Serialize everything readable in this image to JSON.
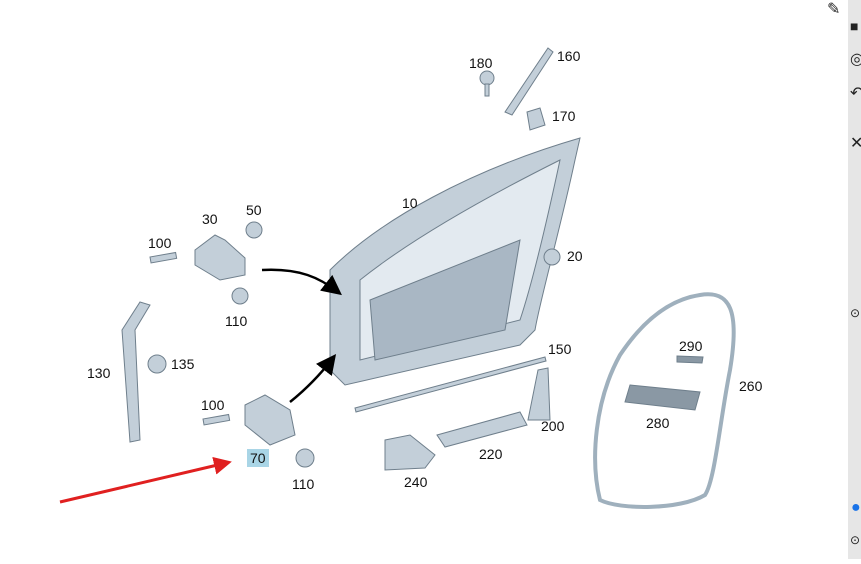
{
  "diagram": {
    "part_labels": {
      "p180": "180",
      "p160": "160",
      "p170": "170",
      "p10": "10",
      "p30": "30",
      "p50": "50",
      "p100a": "100",
      "p20": "20",
      "p110a": "110",
      "p130": "130",
      "p135": "135",
      "p150": "150",
      "p100b": "100",
      "p70": "70",
      "p110b": "110",
      "p240": "240",
      "p220": "220",
      "p200": "200",
      "p290": "290",
      "p260": "260",
      "p280": "280"
    },
    "highlighted_part": "70",
    "colors": {
      "part_fill": "#b9c6d1",
      "part_stroke": "#6f7f8c",
      "highlight": "#a9d5e6",
      "arrow_red": "#e02020"
    }
  },
  "toolbar": {
    "edit_icon": "edit-icon"
  }
}
